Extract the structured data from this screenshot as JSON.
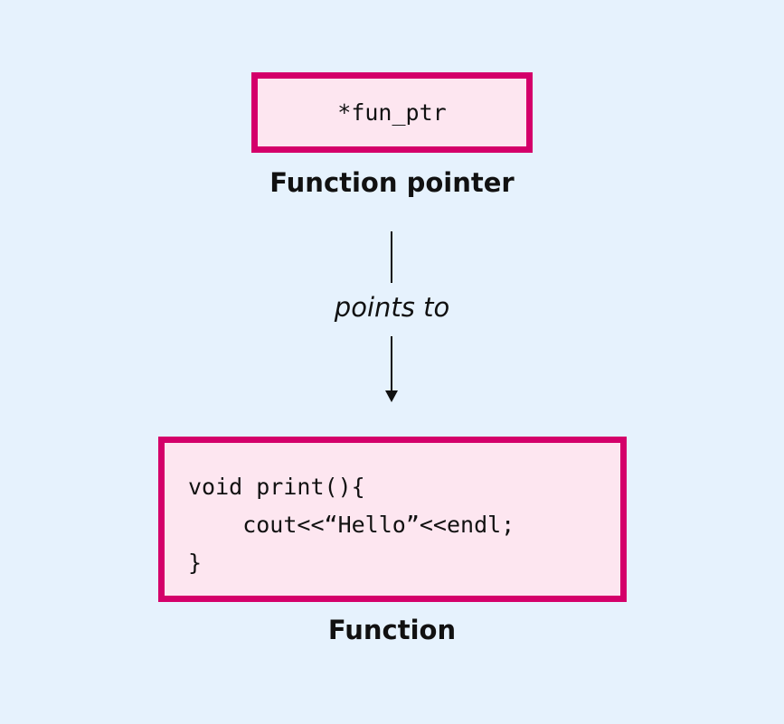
{
  "pointer_box": {
    "text": "*fun_ptr",
    "label": "Function pointer"
  },
  "edge": {
    "label": "points to"
  },
  "function_box": {
    "lines": [
      "void print(){",
      "    cout<<“Hello”<<endl;",
      "}"
    ],
    "label": "Function"
  },
  "colors": {
    "background": "#e6f2fd",
    "border": "#d4006a",
    "fill": "#fde6f0"
  }
}
